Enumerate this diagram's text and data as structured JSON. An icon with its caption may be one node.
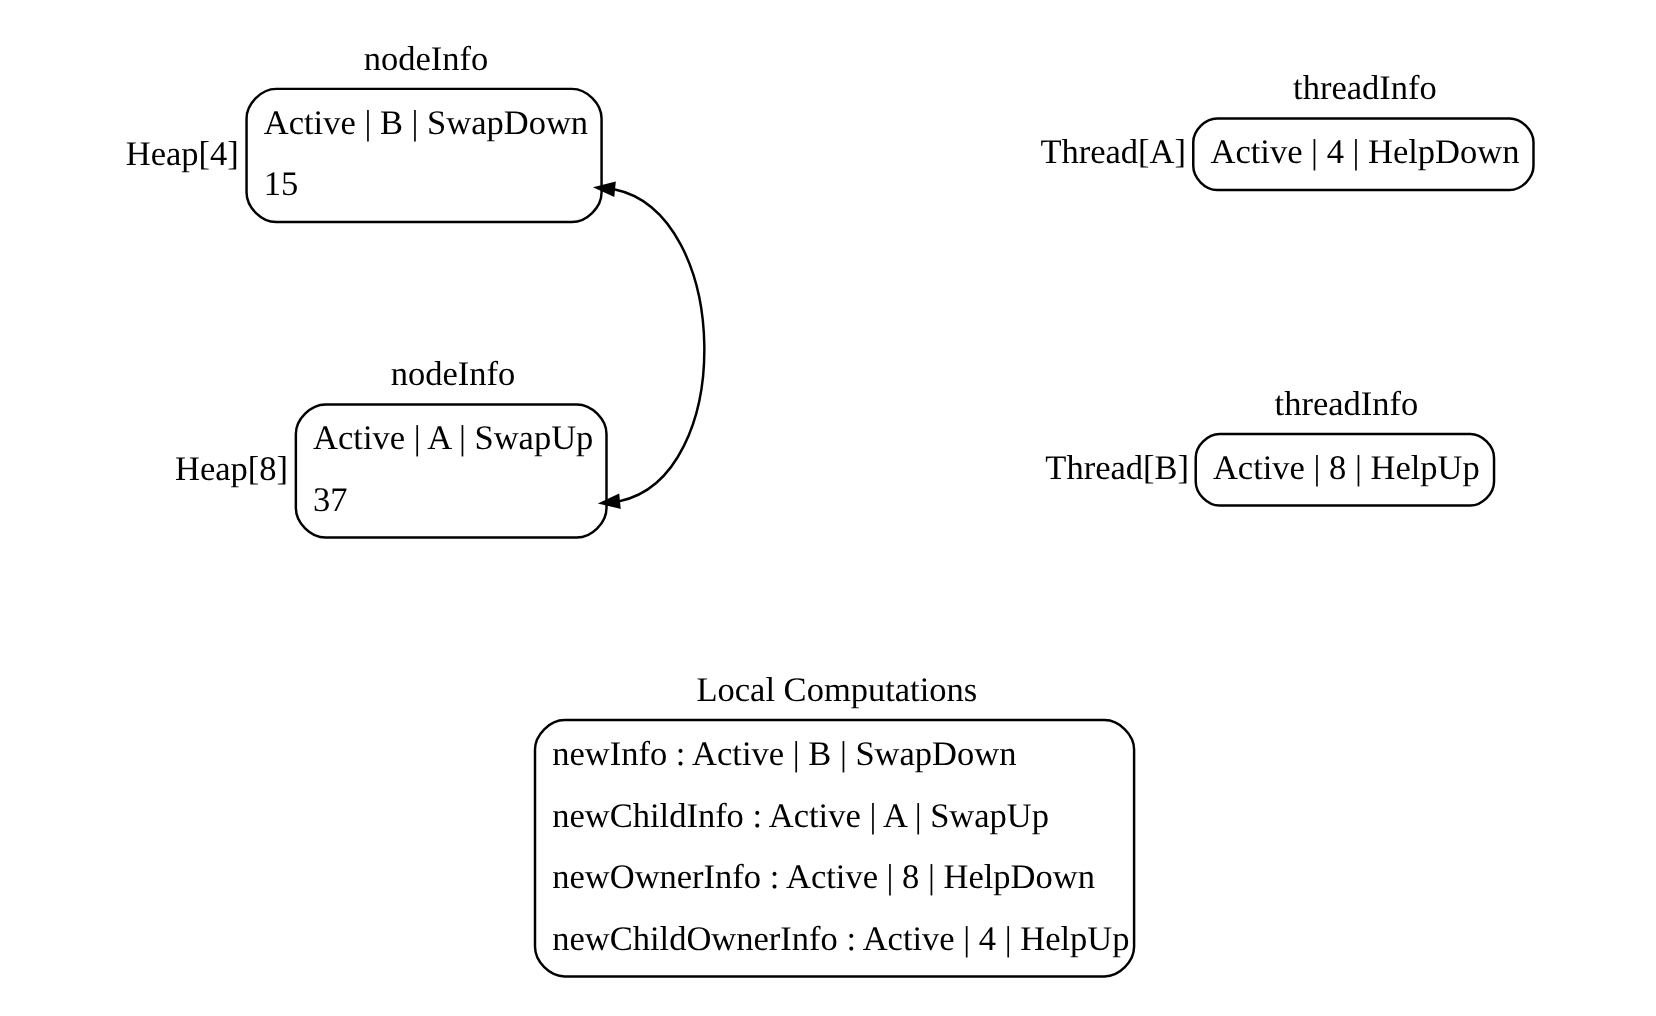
{
  "diagram": {
    "nodes": [
      {
        "text": [
          "nodeInfo",
          "Active | B | SwapDown",
          "15"
        ],
        "beside": [
          "Heap[4]"
        ]
      },
      {
        "text": [
          "nodeInfo",
          "Active | A | SwapUp",
          "37"
        ],
        "beside": [
          "Heap[8]"
        ]
      },
      {
        "text": [
          "threadInfo",
          "Active | 4 | HelpDown"
        ],
        "beside": [
          "Thread[A]"
        ]
      },
      {
        "text": [
          "threadInfo",
          "Active | 8 | HelpUp"
        ],
        "beside": [
          "Thread[B]"
        ]
      },
      {
        "text": [
          "Local Computations",
          "newInfo : Active | B | SwapDown",
          "newChildInfo : Active | A | SwapUp",
          "newOwnerInfo : Active | 8 | HelpDown",
          "newChildOwnerInfo : Active | 4 | HelpUp"
        ]
      }
    ],
    "edges": [
      {
        "from": 0,
        "to": 1,
        "arrow": "both"
      }
    ]
  }
}
